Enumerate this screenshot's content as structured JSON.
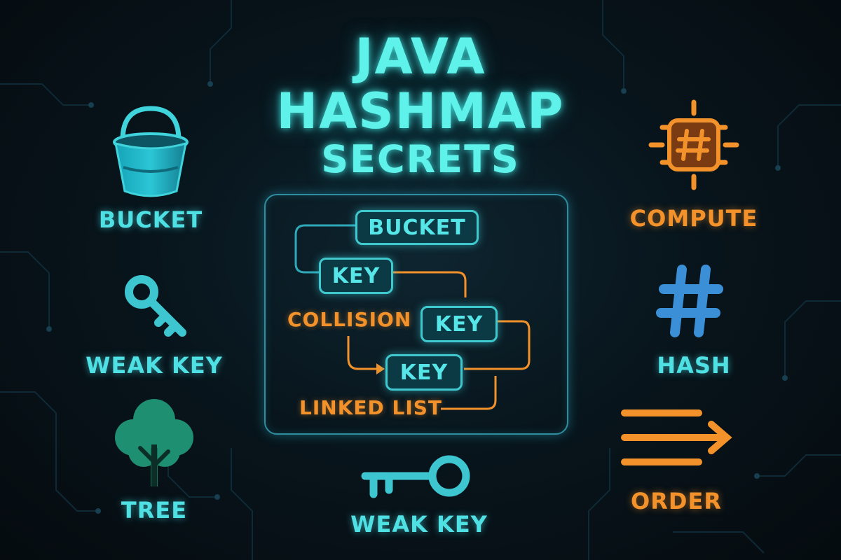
{
  "title": {
    "line1": "JAVA",
    "line2": "HASHMAP",
    "line3": "SECRETS"
  },
  "left": {
    "bucket_label": "BUCKET",
    "weak_key_label": "WEAK KEY",
    "tree_label": "TREE"
  },
  "right": {
    "compute_label": "COMPUTE",
    "hash_label": "HASH",
    "order_label": "ORDER"
  },
  "bottom": {
    "weak_key_label": "WEAK KEY"
  },
  "diagram": {
    "bucket": "BUCKET",
    "key1": "KEY",
    "key2": "KEY",
    "key3": "KEY",
    "collision": "COLLISION",
    "linked_list": "LINKED LIST"
  },
  "colors": {
    "teal": "#4fe0e4",
    "orange": "#f3922a",
    "background": "#06121a",
    "tree_green": "#2aa882",
    "hash_blue": "#3b8fd6"
  },
  "icons": [
    "bucket-icon",
    "key-icon",
    "tree-icon",
    "chip-hash-icon",
    "hash-icon",
    "order-arrow-icon",
    "key-icon"
  ]
}
